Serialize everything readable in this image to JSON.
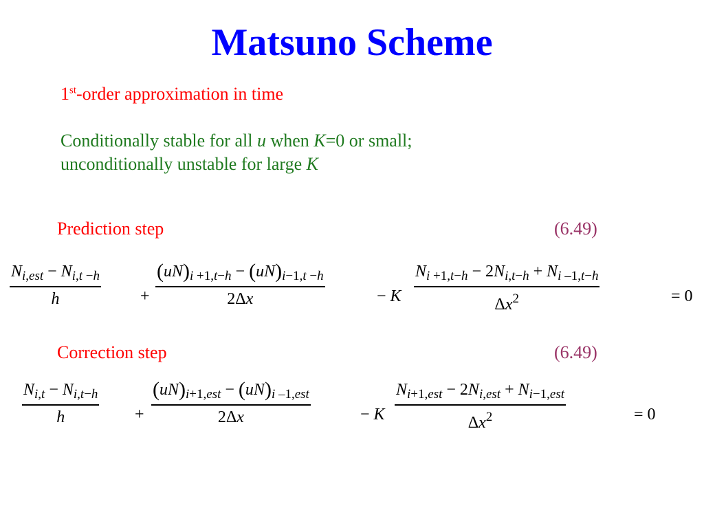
{
  "title": "Matsuno Scheme",
  "bullets": {
    "order_prefix": "1",
    "order_sup": "st",
    "order_rest": "-order approximation in time",
    "stable_p1": "Conditionally stable for all ",
    "stable_u": "u",
    "stable_p2": " when ",
    "stable_k": "K",
    "stable_p3": "=0 or small;",
    "unstable_p1": "unconditionally unstable for large ",
    "unstable_k": "K"
  },
  "prediction": {
    "label": "Prediction step",
    "eq_number": "(6.49)"
  },
  "correction": {
    "label": "Correction step",
    "eq_number": "(6.49)"
  },
  "colors": {
    "title": "#0000ff",
    "step_label": "#ff0000",
    "stability_text": "#1f7a1f",
    "eq_number": "#993366"
  }
}
